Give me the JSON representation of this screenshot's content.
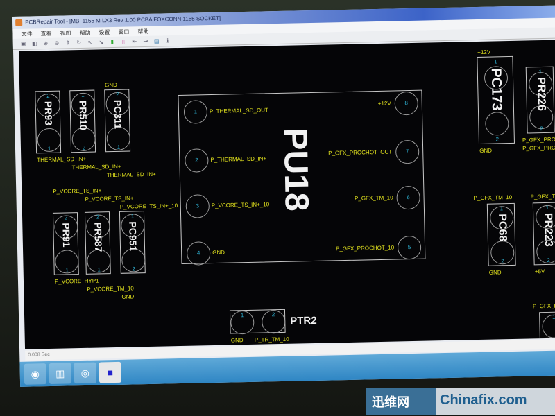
{
  "window": {
    "title": "PCBRepair Tool - [MB_1155 M LX3 Rev 1.00 PCBA FOXCONN 1155 SOCKET]",
    "menu": [
      "文件",
      "查看",
      "视图",
      "帮助",
      "设置",
      "窗口",
      "帮助"
    ]
  },
  "status": {
    "text": "0.008 Sec"
  },
  "watermark": {
    "cn": "迅维网",
    "en": "Chinafix.com"
  },
  "components": [
    {
      "ref": "PU18",
      "pins": [
        {
          "num": "1",
          "net": "P_THERMAL_SD_OUT"
        },
        {
          "num": "2",
          "net": "P_THERMAL_SD_IN+"
        },
        {
          "num": "3",
          "net": "P_VCORE_TS_IN+_10"
        },
        {
          "num": "4",
          "net": "GND"
        },
        {
          "num": "8",
          "net": "+12V"
        },
        {
          "num": "7",
          "net": "P_GFX_PROCHOT_OUT"
        },
        {
          "num": "6",
          "net": "P_GFX_TM_10"
        },
        {
          "num": "5",
          "net": "P_GFX_PROCHOT_10"
        }
      ]
    },
    {
      "ref": "PR93",
      "pins": [
        {
          "num": "2",
          "net": ""
        },
        {
          "num": "1",
          "net": "THERMAL_SD_IN+"
        }
      ]
    },
    {
      "ref": "PR510",
      "pins": [
        {
          "num": "1",
          "net": ""
        },
        {
          "num": "2",
          "net": "THERMAL_SD_IN+"
        }
      ]
    },
    {
      "ref": "PC311",
      "pins": [
        {
          "num": "2",
          "net": "GND"
        },
        {
          "num": "1",
          "net": "THERMAL_SD_IN+"
        }
      ]
    },
    {
      "ref": "PR91",
      "pins": [
        {
          "num": "2",
          "net": "P_VCORE_TS_IN+"
        },
        {
          "num": "1",
          "net": "P_VCORE_HYP1"
        }
      ]
    },
    {
      "ref": "PR587",
      "pins": [
        {
          "num": "2",
          "net": "P_VCORE_TS_IN+"
        },
        {
          "num": "1",
          "net": "P_VCORE_TM_10"
        }
      ]
    },
    {
      "ref": "PC951",
      "pins": [
        {
          "num": "1",
          "net": "P_VCORE_TS_IN+_10"
        },
        {
          "num": "2",
          "net": "GND"
        }
      ]
    },
    {
      "ref": "PC173",
      "pins": [
        {
          "num": "1",
          "net": "+12V"
        },
        {
          "num": "2",
          "net": "GND"
        }
      ]
    },
    {
      "ref": "PR226",
      "pins": [
        {
          "num": "1",
          "net": "P_GFX_PROC"
        },
        {
          "num": "2",
          "net": "P_GFX_PROCH"
        }
      ]
    },
    {
      "ref": "PC68",
      "pins": [
        {
          "num": "1",
          "net": "P_GFX_TM_10"
        },
        {
          "num": "2",
          "net": "GND"
        }
      ]
    },
    {
      "ref": "PR223",
      "pins": [
        {
          "num": "1",
          "net": "P_GFX_TM"
        },
        {
          "num": "2",
          "net": "+5V"
        }
      ]
    },
    {
      "ref": "PTR2",
      "pins": [
        {
          "num": "1",
          "net": "GND"
        },
        {
          "num": "2",
          "net": "P_TR_TM_10"
        }
      ]
    },
    {
      "ref": "",
      "pins": [
        {
          "num": "1",
          "net": "P_GFX_PH"
        }
      ]
    }
  ]
}
